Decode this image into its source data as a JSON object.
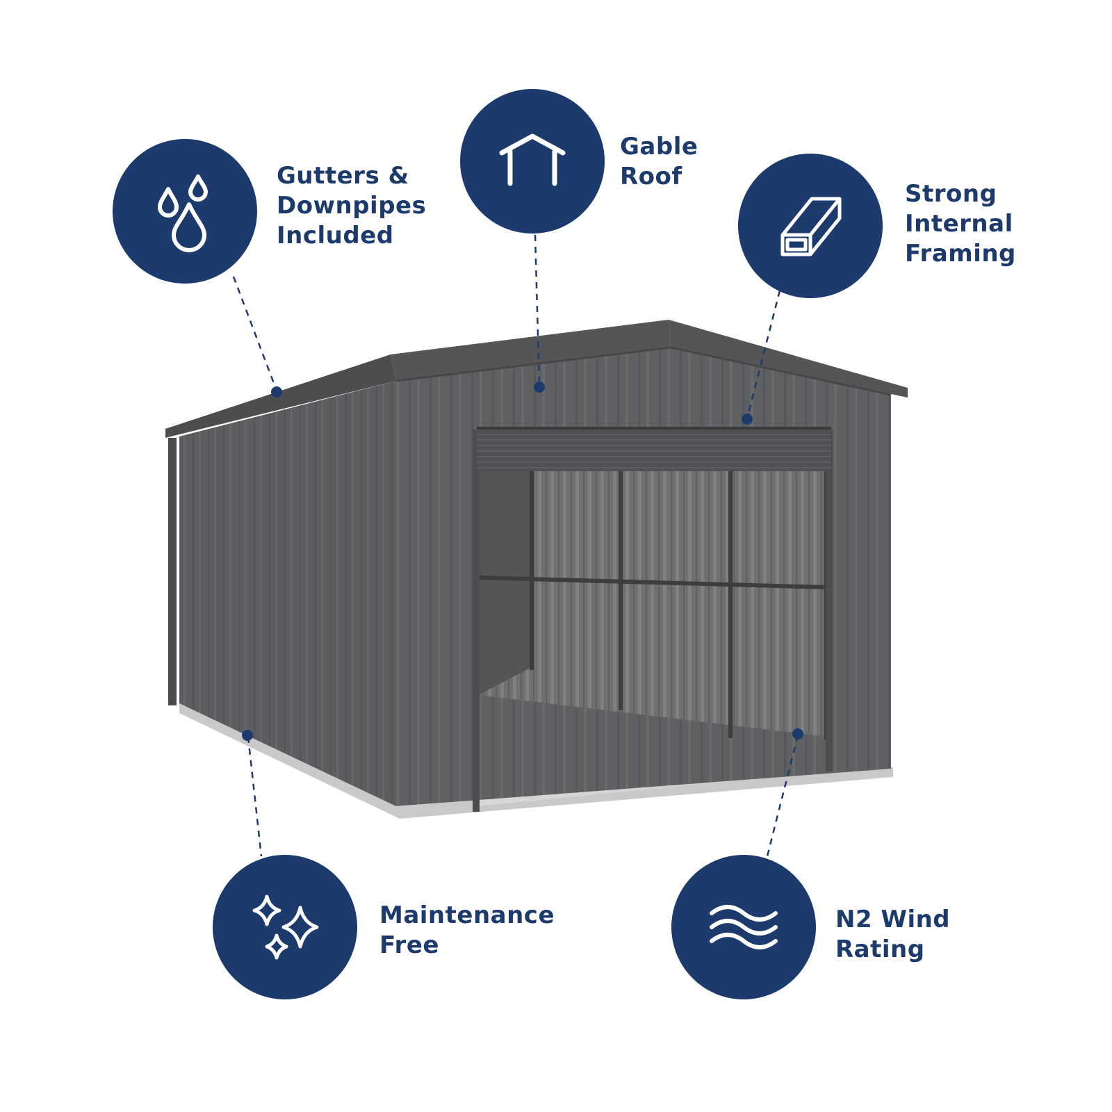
{
  "colors": {
    "badge": "#1c3a6b",
    "badge_icon": "#ffffff",
    "label_text": "#1c3a6b",
    "leader_line": "#1c3a6b",
    "shed_body": "#5b5c5e",
    "shed_roof": "#4f5052",
    "shed_interior": "#6b6c6e",
    "floor": "#cfd0d0"
  },
  "features": [
    {
      "id": "gutters",
      "icon": "water-drops-icon",
      "lines": [
        "Gutters &",
        "Downpipes",
        "Included"
      ]
    },
    {
      "id": "gable",
      "icon": "gable-roof-icon",
      "lines": [
        "Gable",
        "Roof"
      ]
    },
    {
      "id": "framing",
      "icon": "box-section-beam-icon",
      "lines": [
        "Strong",
        "Internal",
        "Framing"
      ]
    },
    {
      "id": "maintenance",
      "icon": "sparkles-icon",
      "lines": [
        "Maintenance",
        "Free"
      ]
    },
    {
      "id": "wind",
      "icon": "wind-waves-icon",
      "lines": [
        "N2 Wind",
        "Rating"
      ]
    }
  ]
}
